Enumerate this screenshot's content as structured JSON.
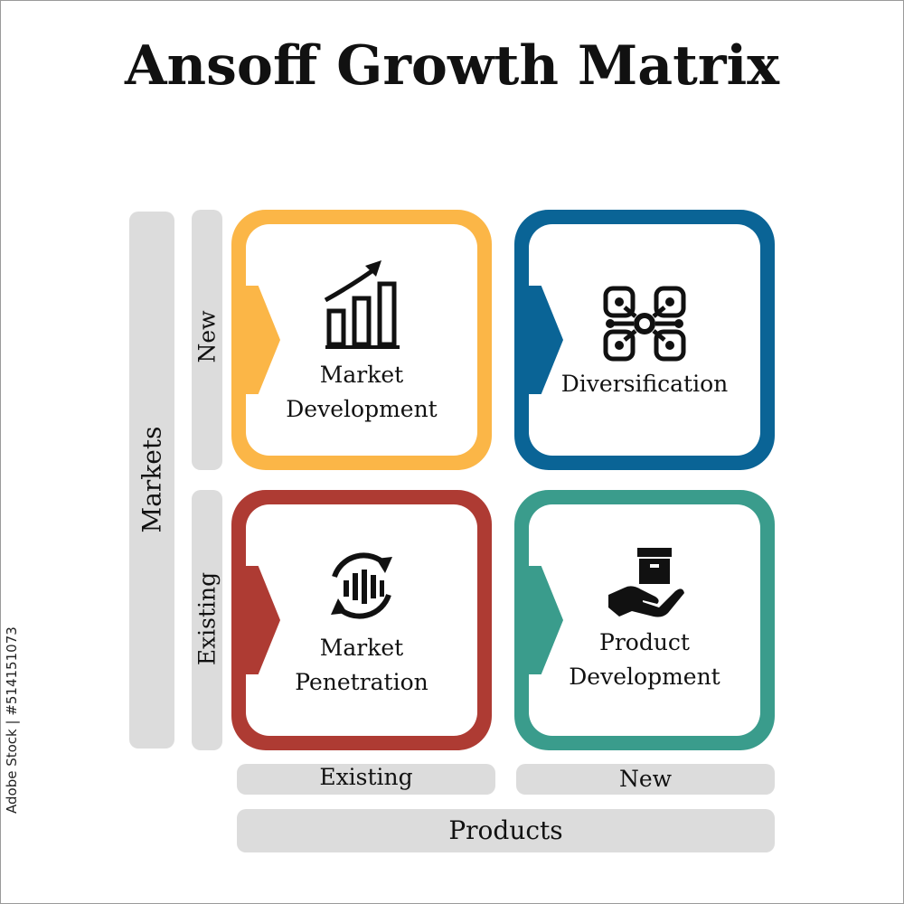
{
  "title": "Ansoff Growth Matrix",
  "axes": {
    "markets_label": "Markets",
    "products_label": "Products",
    "market_new": "New",
    "market_existing": "Existing",
    "product_existing": "Existing",
    "product_new": "New"
  },
  "quadrants": [
    {
      "line1": "Market",
      "line2": "Development",
      "color": "#fbb647",
      "icon": "growth-chart-icon"
    },
    {
      "line1": "Diversification",
      "line2": "",
      "color": "#0a6496",
      "icon": "diversification-network-icon"
    },
    {
      "line1": "Market",
      "line2": "Penetration",
      "color": "#ae3b33",
      "icon": "cycle-bars-icon"
    },
    {
      "line1": "Product",
      "line2": "Development",
      "color": "#3a9c8c",
      "icon": "hand-box-icon"
    }
  ],
  "watermark": "Adobe Stock | #514151073"
}
